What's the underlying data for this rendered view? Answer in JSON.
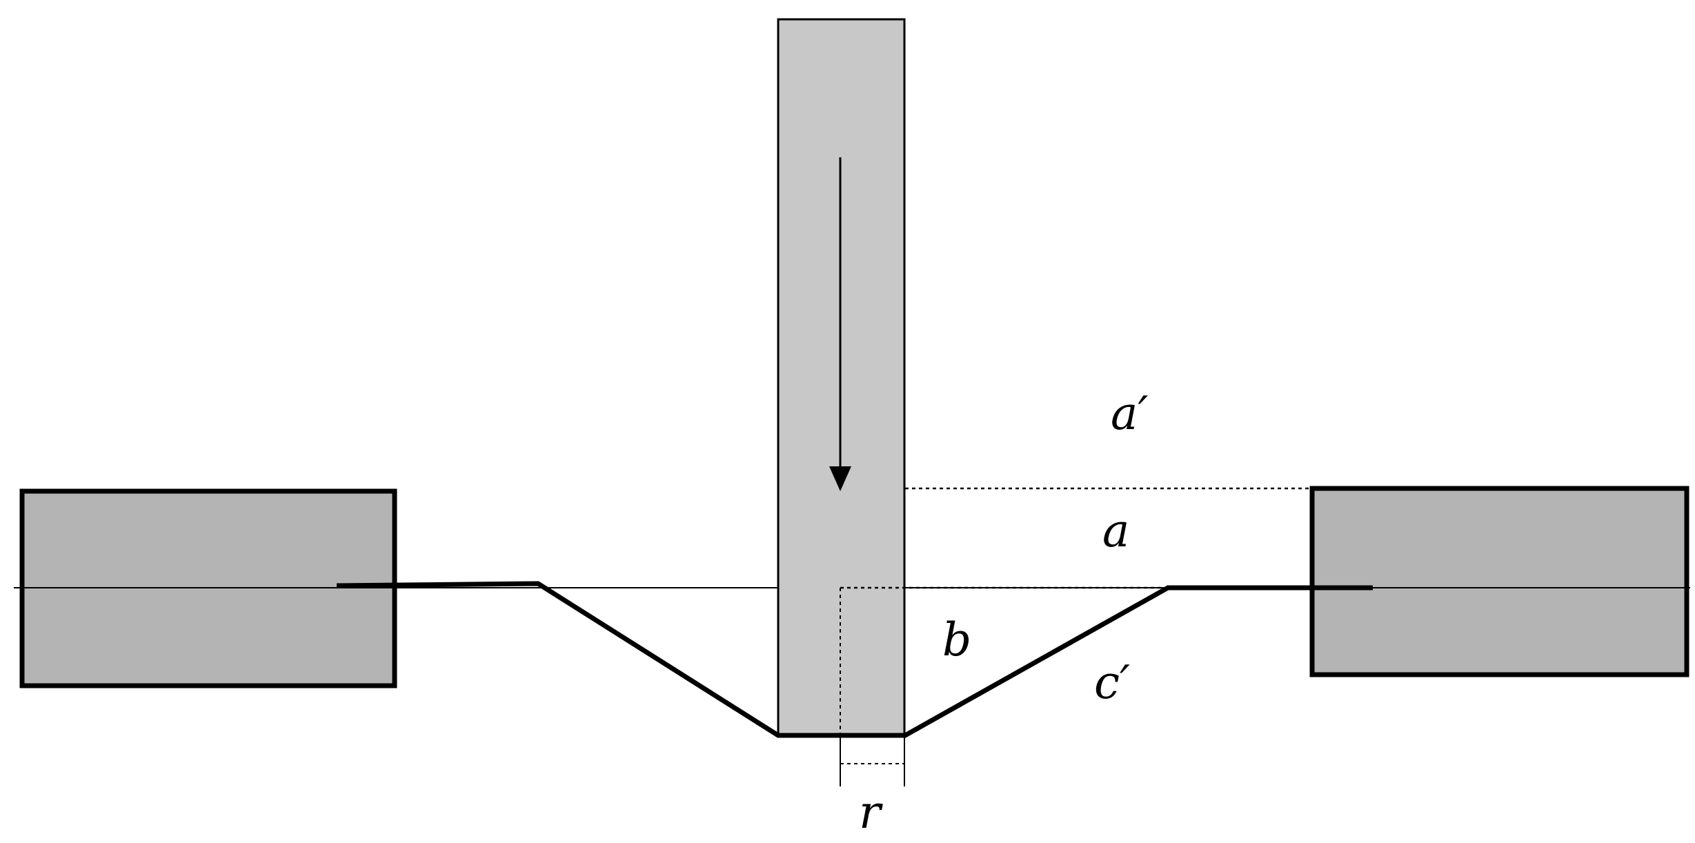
{
  "labels": {
    "a_prime": "a′",
    "a": "a",
    "b": "b",
    "c_prime": "c′",
    "r": "r"
  },
  "colors": {
    "punch_fill": "#c8c8c8",
    "clamp_fill": "#b4b4b4",
    "line": "#000000",
    "background": "#ffffff"
  },
  "icons": {
    "motion_arrow": "down-arrow-icon"
  }
}
